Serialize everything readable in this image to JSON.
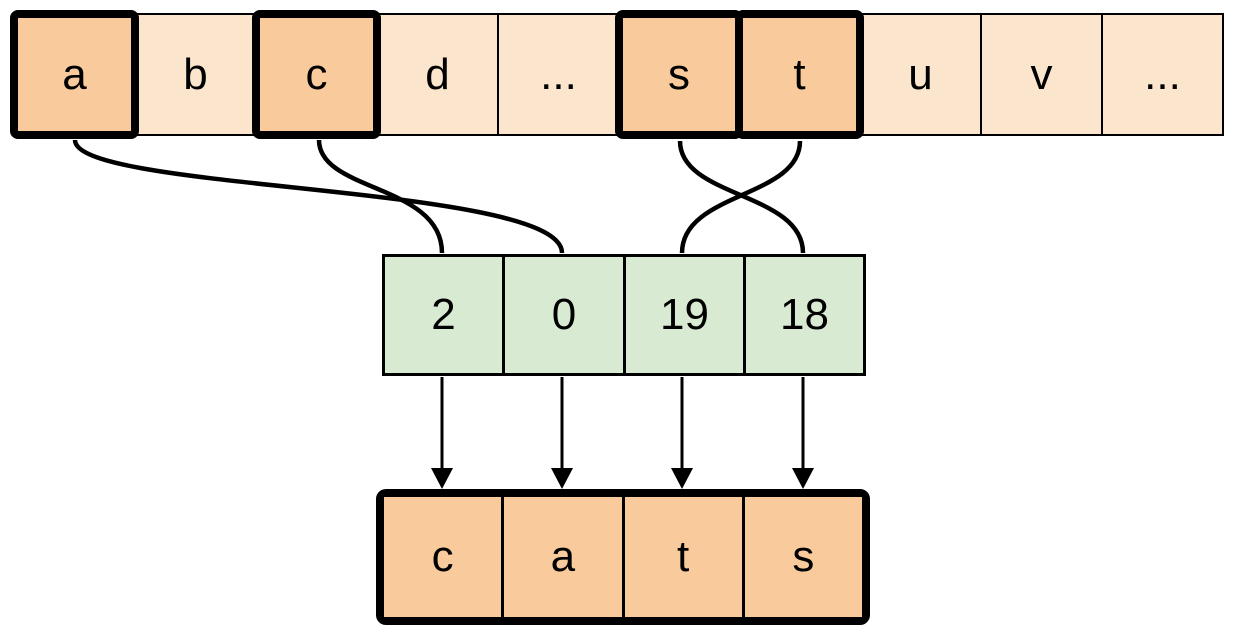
{
  "colors": {
    "highlight_fill": "#f9cb9c",
    "plain_fill": "#fce5cd",
    "index_fill": "#d9ead3",
    "output_fill": "#f9cb9c",
    "stroke": "#000000",
    "background": "#ffffff"
  },
  "alphabet_row": {
    "cells": [
      {
        "label": "a",
        "highlighted": true
      },
      {
        "label": "b",
        "highlighted": false
      },
      {
        "label": "c",
        "highlighted": true
      },
      {
        "label": "d",
        "highlighted": false
      },
      {
        "label": "...",
        "highlighted": false
      },
      {
        "label": "s",
        "highlighted": true
      },
      {
        "label": "t",
        "highlighted": true
      },
      {
        "label": "u",
        "highlighted": false
      },
      {
        "label": "v",
        "highlighted": false
      },
      {
        "label": "...",
        "highlighted": false
      }
    ]
  },
  "index_row": {
    "cells": [
      {
        "value": "2"
      },
      {
        "value": "0"
      },
      {
        "value": "19"
      },
      {
        "value": "18"
      }
    ]
  },
  "output_row": {
    "cells": [
      {
        "label": "c"
      },
      {
        "label": "a"
      },
      {
        "label": "t"
      },
      {
        "label": "s"
      }
    ]
  },
  "connections": {
    "letter_to_index": [
      {
        "from_letter": "a",
        "to_index_value": "0"
      },
      {
        "from_letter": "c",
        "to_index_value": "2"
      },
      {
        "from_letter": "s",
        "to_index_value": "18"
      },
      {
        "from_letter": "t",
        "to_index_value": "19"
      }
    ],
    "index_to_output": [
      {
        "from_index_value": "2",
        "to_letter": "c"
      },
      {
        "from_index_value": "0",
        "to_letter": "a"
      },
      {
        "from_index_value": "19",
        "to_letter": "t"
      },
      {
        "from_index_value": "18",
        "to_letter": "s"
      }
    ]
  }
}
